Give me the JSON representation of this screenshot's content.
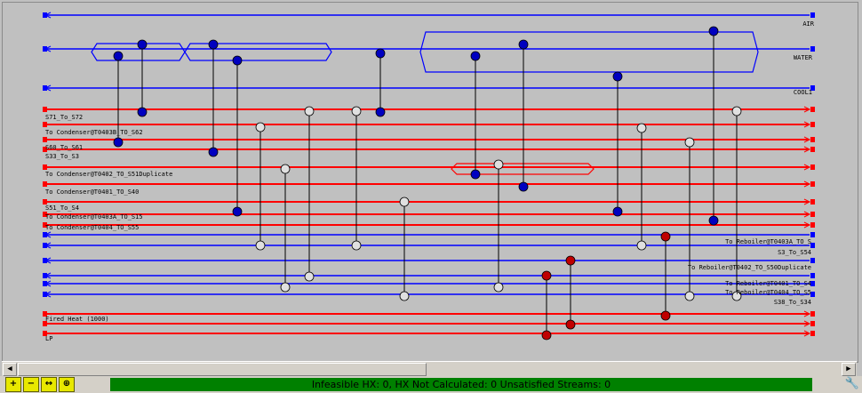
{
  "colors": {
    "hot": "#ff0000",
    "cold": "#0000ff",
    "node_hot": "#0000c0",
    "node_cold": "#c00000",
    "utility_node": "#e0e0e0"
  },
  "utility_streams": [
    {
      "label": "AIR",
      "color": "cold"
    },
    {
      "label": "WATER",
      "color": "cold"
    },
    {
      "label": "COOL1",
      "color": "cold"
    }
  ],
  "process_labels": [
    "S71_To_S72",
    "To Condenser@T0403B_TO_S62",
    "S60_To_S61",
    "S33_To_S3",
    "To Condenser@T0402_TO_S51Duplicate",
    "To Condenser@T0401_TO_S40",
    "S51_To_S4",
    "To Condenser@T0403A_TO_S15",
    "To Condenser@T0404_TO_S55",
    "To Reboiler@T0403A_TO_S",
    "S3_To_S54",
    "To Reboiler@T0402_TO_S50Duplicate",
    "To Reboiler@T0401_TO_S4",
    "To Reboiler@T0404_TO_S5",
    "S38_To_S34",
    "Fired Heat (1000)",
    "LP"
  ],
  "status": {
    "text": "Infeasible HX: 0, HX Not Calculated: 0     Unsatisfied Streams: 0"
  },
  "toolbar": [
    {
      "name": "zoom-in-button",
      "glyph": "+"
    },
    {
      "name": "zoom-out-button",
      "glyph": "−"
    },
    {
      "name": "fit-button",
      "glyph": "↔"
    },
    {
      "name": "zoom-reset-button",
      "glyph": "⊕"
    }
  ]
}
